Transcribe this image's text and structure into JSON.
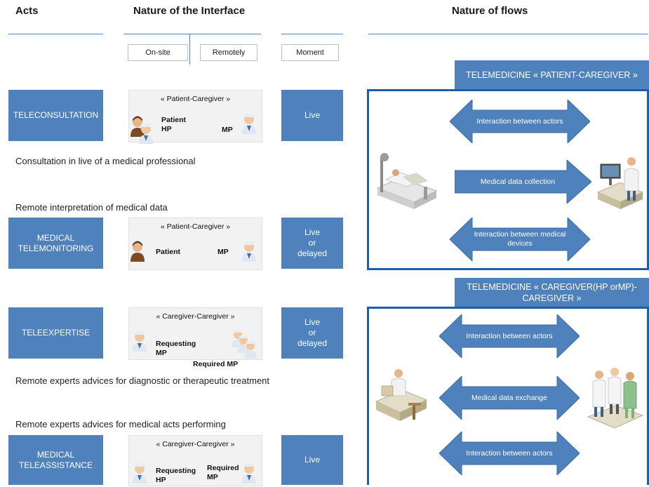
{
  "headers": {
    "acts": "Acts",
    "interface": "Nature of the Interface",
    "flows": "Nature of flows"
  },
  "subheaders": {
    "onsite": "On-site",
    "remotely": "Remotely",
    "moment": "Moment"
  },
  "rows": [
    {
      "act": "TELECONSULTATION",
      "interface_title": "« Patient-Caregiver »",
      "left_label": "Patient\nHP",
      "right_label": "MP",
      "moment": "Live",
      "description": "Consultation in live of a medical professional"
    },
    {
      "act": "MEDICAL\nTELEMONITORING",
      "interface_title": "« Patient-Caregiver »",
      "left_label": "Patient",
      "right_label": "MP",
      "moment": "Live\nor\ndelayed",
      "description_before": "Remote interpretation of medical data"
    },
    {
      "act": "TELEEXPERTISE",
      "interface_title": "« Caregiver-Caregiver »",
      "left_label": "Requesting\nMP",
      "right_label": "Required MP",
      "moment": "Live\nor\ndelayed",
      "description": "Remote experts advices for diagnostic or therapeutic treatment"
    },
    {
      "act": "MEDICAL\nTELEASSISTANCE",
      "interface_title": "« Caregiver-Caregiver »",
      "left_label": "Requesting\nHP",
      "right_label": "Required\nMP",
      "moment": "Live",
      "description_before": "Remote experts advices for medical acts performing"
    }
  ],
  "flows": [
    {
      "title": "TELEMEDICINE « PATIENT-CAREGIVER »",
      "arrows": [
        "Interaction between actors",
        "Medical data collection",
        "Interaction between medical\ndevices"
      ]
    },
    {
      "title": "TELEMEDICINE « CAREGIVER(HP orMP)-\nCAREGIVER »",
      "arrows": [
        "Interaction between actors",
        "Medical data exchange",
        "Interaction between actors"
      ]
    }
  ],
  "colors": {
    "accent": "#4f81bd",
    "frame": "#1f5fa8"
  }
}
